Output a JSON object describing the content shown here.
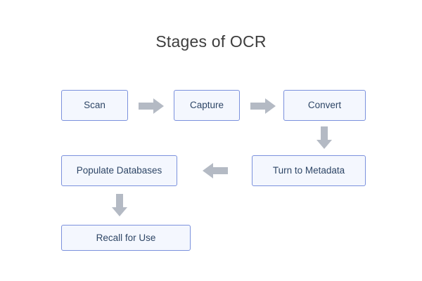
{
  "diagram": {
    "title": "Stages of OCR",
    "background_color": "#ffffff",
    "title_color": "#3d3d3d",
    "node_fill": "#f4f7fe",
    "node_border": "#7b91dd",
    "node_text_color": "#2e4666",
    "arrow_color": "#b4bac4",
    "nodes": [
      {
        "id": "scan",
        "label": "Scan"
      },
      {
        "id": "capture",
        "label": "Capture"
      },
      {
        "id": "convert",
        "label": "Convert"
      },
      {
        "id": "turn-to-metadata",
        "label": "Turn to Metadata"
      },
      {
        "id": "populate-databases",
        "label": "Populate Databases"
      },
      {
        "id": "recall-for-use",
        "label": "Recall for Use"
      }
    ],
    "arrows": [
      {
        "id": "scan-to-capture",
        "direction": "right"
      },
      {
        "id": "capture-to-convert",
        "direction": "right"
      },
      {
        "id": "convert-to-metadata",
        "direction": "down"
      },
      {
        "id": "metadata-to-populate",
        "direction": "left"
      },
      {
        "id": "populate-to-recall",
        "direction": "down"
      }
    ]
  }
}
